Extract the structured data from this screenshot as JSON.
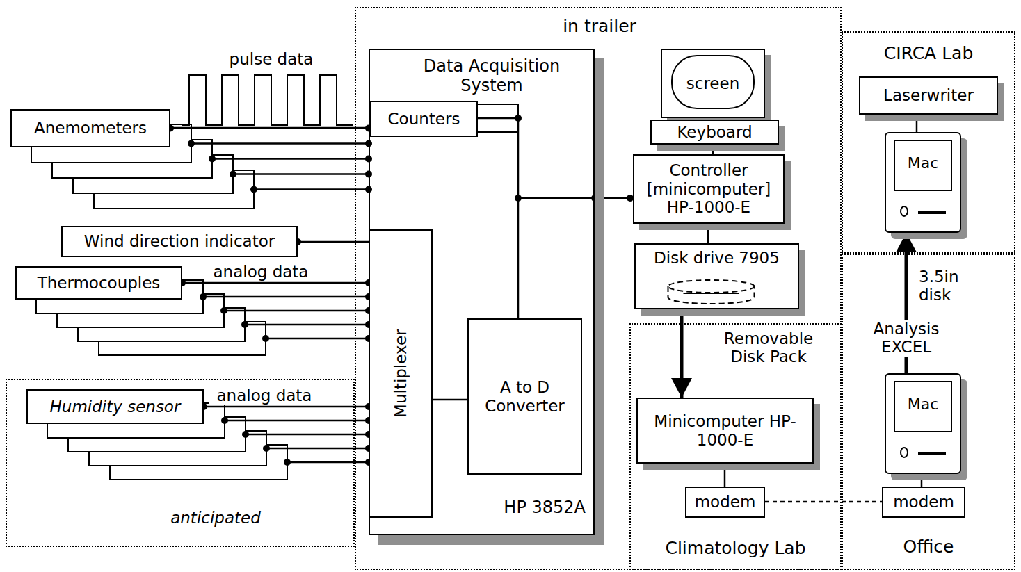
{
  "diagram": {
    "nodes": [
      {
        "text": [
          "Anemometers"
        ]
      },
      {
        "text": [
          "Wind direction indicator"
        ]
      },
      {
        "text": [
          "Thermocouples"
        ]
      },
      {
        "text": [
          "anticipated"
        ]
      },
      {
        "text": [
          "Humidity sensor"
        ],
        "in": 3
      },
      {
        "text": [
          "in trailer"
        ]
      },
      {
        "text": [
          "Data Acquisition System",
          "HP 3852A"
        ],
        "in": 5
      },
      {
        "text": [
          "Counters"
        ],
        "in": 6
      },
      {
        "text": [
          "Multiplexer"
        ],
        "in": 6
      },
      {
        "text": [
          "A to D Converter"
        ],
        "in": 6
      },
      {
        "text": [
          "screen"
        ],
        "in": 5
      },
      {
        "text": [
          "Keyboard"
        ],
        "in": 5
      },
      {
        "text": [
          "Controller [minicomputer] HP-1000-E"
        ],
        "in": 5
      },
      {
        "text": [
          "Disk drive 7905"
        ],
        "in": 5
      },
      {
        "text": [
          "Climatology Lab"
        ],
        "in": 5
      },
      {
        "text": [
          "Minicomputer HP-1000-E"
        ],
        "in": 14
      },
      {
        "text": [
          "modem"
        ],
        "in": 14
      },
      {
        "text": [
          "CIRCA Lab"
        ]
      },
      {
        "text": [
          "Laserwriter"
        ],
        "in": 17
      },
      {
        "text": [
          "Mac"
        ],
        "in": 17
      },
      {
        "text": [
          "Office"
        ]
      },
      {
        "text": [
          "Mac"
        ],
        "in": 20
      },
      {
        "text": [
          "modem"
        ],
        "in": 20
      }
    ],
    "edges": [
      {
        "from": 0,
        "to": 7,
        "arrow": "none",
        "label": "pulse data"
      },
      {
        "from": 1,
        "to": 8,
        "arrow": "none"
      },
      {
        "from": 2,
        "to": 8,
        "arrow": "none",
        "label": "analog data"
      },
      {
        "from": 4,
        "to": 8,
        "arrow": "none",
        "label": "analog data"
      },
      {
        "from": 8,
        "to": 9,
        "arrow": "none"
      },
      {
        "from": 7,
        "to": 12,
        "arrow": "none"
      },
      {
        "from": 9,
        "to": 12,
        "arrow": "none"
      },
      {
        "from": 10,
        "to": 11,
        "arrow": "none"
      },
      {
        "from": 11,
        "to": 12,
        "arrow": "none"
      },
      {
        "from": 12,
        "to": 13,
        "arrow": "none"
      },
      {
        "from": 13,
        "to": 15,
        "arrow": "to",
        "label": "Removable Disk Pack"
      },
      {
        "from": 15,
        "to": 16,
        "arrow": "none"
      },
      {
        "from": 16,
        "to": 22,
        "arrow": "none"
      },
      {
        "from": 18,
        "to": 19,
        "arrow": "none"
      },
      {
        "from": 21,
        "to": 19,
        "arrow": "to",
        "label": "3.5in disk"
      },
      {
        "from": 21,
        "to": 22,
        "arrow": "none"
      }
    ],
    "labels": [
      "Analysis EXCEL"
    ]
  }
}
